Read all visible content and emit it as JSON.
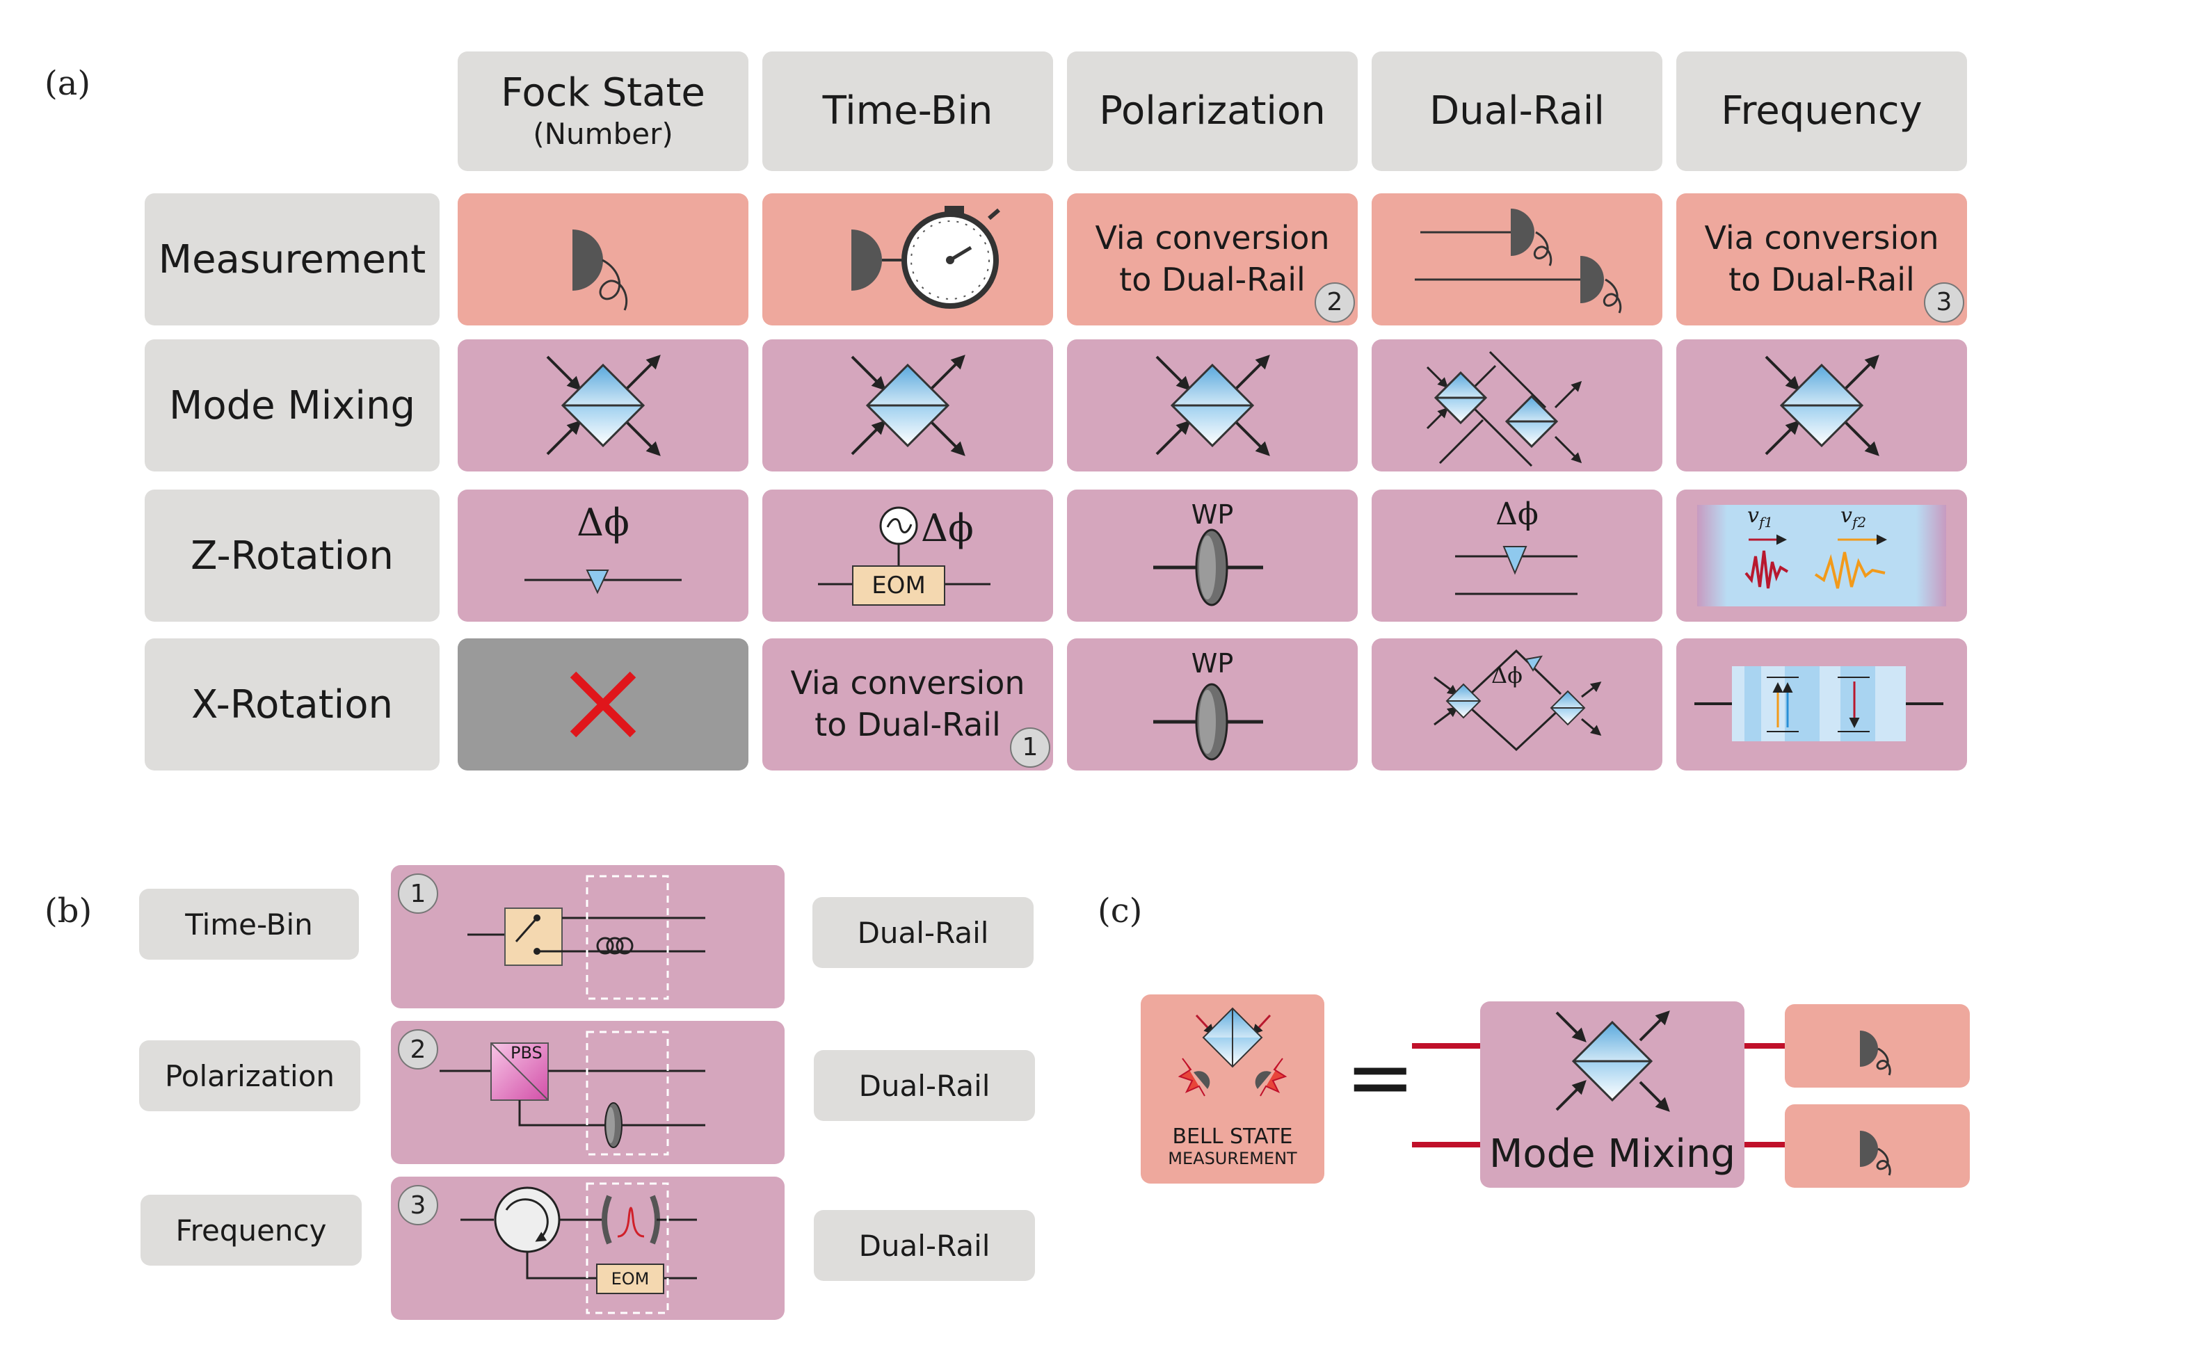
{
  "panels": {
    "a": "(a)",
    "b": "(b)",
    "c": "(c)"
  },
  "columns": [
    {
      "title": "Fock State",
      "subtitle": "(Number)"
    },
    {
      "title": "Time-Bin"
    },
    {
      "title": "Polarization"
    },
    {
      "title": "Dual-Rail"
    },
    {
      "title": "Frequency"
    }
  ],
  "rows": [
    "Measurement",
    "Mode Mixing",
    "Z-Rotation",
    "X-Rotation"
  ],
  "via": {
    "line1": "Via conversion",
    "line2": "to Dual-Rail"
  },
  "badges": {
    "one": "1",
    "two": "2",
    "three": "3"
  },
  "z_rotation": {
    "delta_phi": "Δϕ",
    "eom": "EOM",
    "wp": "WP",
    "vf1": "v",
    "vf1_sub": "f1",
    "vf2": "v",
    "vf2_sub": "f2"
  },
  "x_rotation": {
    "wp": "WP",
    "delta_phi": "Δϕ"
  },
  "panel_b": {
    "left": [
      "Time-Bin",
      "Polarization",
      "Frequency"
    ],
    "right": [
      "Dual-Rail",
      "Dual-Rail",
      "Dual-Rail"
    ],
    "pbs": "PBS",
    "eom": "EOM"
  },
  "panel_c": {
    "bell_line1": "BELL  STATE",
    "bell_line2": "MEASUREMENT",
    "equals": "=",
    "mode_mixing": "Mode Mixing"
  },
  "colors": {
    "gray": "#dedddb",
    "salmon": "#eea89d",
    "pink": "#d5a6bd",
    "fock_x": "#9a9a9a",
    "cross": "#e0161b",
    "beamsplitter": "#7fbfe6",
    "fiber_red": "#c0102a"
  }
}
